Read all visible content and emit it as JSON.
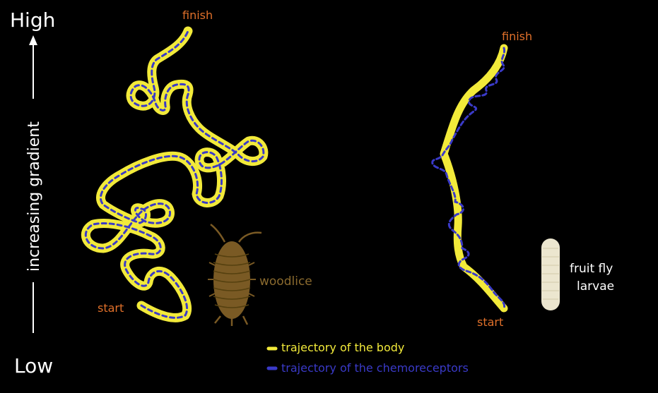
{
  "axis": {
    "high_label": "High",
    "low_label": "Low",
    "gradient_label": "increasing gradient"
  },
  "woodlice": {
    "label": "woodlice",
    "start_label": "start",
    "finish_label": "finish"
  },
  "larvae": {
    "label_line1": "fruit fly",
    "label_line2": "larvae",
    "start_label": "start",
    "finish_label": "finish"
  },
  "legend": {
    "body_label": "trajectory of the body",
    "chemo_label": "trajectory of the chemoreceptors"
  },
  "colors": {
    "background": "#000000",
    "body_trajectory": "#f2ea3a",
    "chemoreceptor_trajectory": "#3a3ac8",
    "woodlouse": "#7a5a24",
    "larva": "#ece6cf",
    "endpoint_labels": "#e0702a"
  }
}
